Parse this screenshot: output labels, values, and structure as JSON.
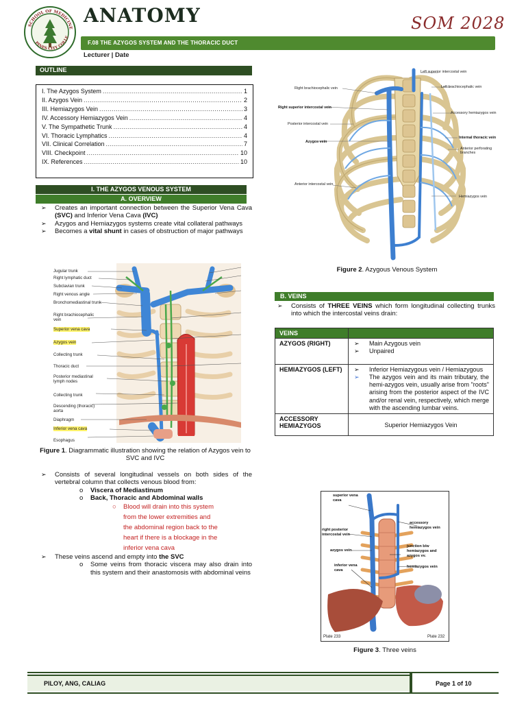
{
  "header": {
    "title": "ANATOMY",
    "handwritten": "SOM 2028",
    "bar_text": "F.08 THE AZYGOS SYSTEM AND THE THORACIC DUCT",
    "lecturer": "Lecturer | Date",
    "logo_text": "SCHOOL OF MEDICINE · PINES CITY COLLEGES"
  },
  "outline": {
    "heading": "OUTLINE",
    "items": [
      {
        "label": "I.   The Azygos System",
        "page": "1"
      },
      {
        "label": "II.   Azygos Vein",
        "page": "2"
      },
      {
        "label": "III.   Hemiazygos Vein",
        "page": "3"
      },
      {
        "label": "IV.  Accessory Hemiazygos Vein",
        "page": "4"
      },
      {
        "label": "V.   The Sympathetic Trunk",
        "page": "4"
      },
      {
        "label": "VI.   Thoracic Lymphatics",
        "page": "4"
      },
      {
        "label": "VII. Clinical Correlation",
        "page": "7"
      },
      {
        "label": "VIII. Checkpoint",
        "page": "10"
      },
      {
        "label": "IX.  References",
        "page": "10"
      }
    ]
  },
  "section1": {
    "title": "I.     THE AZYGOS VENOUS SYSTEM",
    "sub_a": "A. OVERVIEW",
    "bullets": {
      "b1_pre": "Creates an important connection between the Superior Vena Cava ",
      "b1_svc": "(SVC)",
      "b1_mid": " and Inferior Vena Cava ",
      "b1_ivc": "(IVC)",
      "b2": "Azygos and Hemiazygos systems create vital collateral pathways",
      "b3_pre": "Becomes a ",
      "b3_bold": "vital shunt",
      "b3_post": " in cases of obstruction of major pathways"
    }
  },
  "figure1": {
    "labels": [
      "Jugular trunk",
      "Right lymphatic duct",
      "Subclavian trunk",
      "Right venous angle",
      "Bronchomediastinal trunk",
      "Right brachiocephalic vein",
      "Superior vena cava",
      "Azygos vein",
      "Collecting trunk",
      "Thoracic duct",
      "Posterior mediastinal lymph nodes",
      "Collecting trunk",
      "Descending (thoracic) aorta",
      "Diaphragm",
      "Inferior vena cava",
      "Esophagus"
    ],
    "caption_bold": "Figure 1",
    "caption_text": ". Diagrammatic illustration showing the relation of Azygos vein to SVC and IVC"
  },
  "lower_text": {
    "b1": "Consists of several longitudinal vessels on both sides of the vertebral column that collects venous blood from:",
    "s1": "Viscera of Mediastinum",
    "s2": "Back, Thoracic and Abdominal walls",
    "red": "Blood will drain into this system from the lower extremities and the abdominal region back to the heart if there is a blockage in the inferior vena cava",
    "b2_pre": "These veins ascend and empty into ",
    "b2_bold": "the SVC",
    "s3": "Some veins from thoracic viscera may also drain into this system and their anastomosis with abdominal veins",
    "sub_marker": "o",
    "red_marker": "○"
  },
  "figure2": {
    "labels": [
      "Left superior intercostal vein",
      "Right brachiocephalic vein",
      "Left brachiocephalic vein",
      "Right superior intercostal vein",
      "Accessory hemiazygos vein",
      "Posterior intercostal vein",
      "Internal thoracic vein",
      "Azygos vein",
      "Anterior perforating branches",
      "Anterior intercostal vein",
      "Hemiazygos vein"
    ],
    "caption_bold": "Figure 2",
    "caption_text": ". Azygous Venous System"
  },
  "sectionB": {
    "title": "B. VEINS",
    "bullet_pre": "Consists of ",
    "bullet_bold": "THREE VEINS",
    "bullet_post": " which form longitudinal collecting trunks into which the intercostal veins drain:"
  },
  "veins_table": {
    "header": "VEINS",
    "azygos_name": "AZYGOS (RIGHT)",
    "azygos_items": [
      "Main Azygous vein",
      "Unpaired"
    ],
    "hemi_name": "HEMIAZYGOS (LEFT)",
    "hemi_items": [
      "Inferior Hemiazygous vein / Hemiazygous",
      "The azygos vein and its main tributary, the hemi-azygos vein, usually arise from \"roots\" arising from the posterior aspect of the IVC and/or renal vein, respectively, which merge with the ascending lumbar veins."
    ],
    "acc_name": "ACCESSORY HEMIAZYGOS",
    "acc_value": "Superior Hemiazygos Vein"
  },
  "figure3": {
    "labels": [
      "superior vena cava",
      "accessory hemiazygos vein",
      "right posterior intercostal vein",
      "junction b/w hemiazygos and azygos vv.",
      "azygos vein",
      "hemiazygos vein",
      "inferior vena cava",
      "Plate 233",
      "Plate 232"
    ],
    "caption_bold": "Figure 3",
    "caption_text": ". Three veins"
  },
  "footer": {
    "names": "PILOY, ANG, CALIAG",
    "page": "Page 1 of 10"
  },
  "symbols": {
    "arrow": "➢",
    "arrow_hollow": "➢"
  }
}
